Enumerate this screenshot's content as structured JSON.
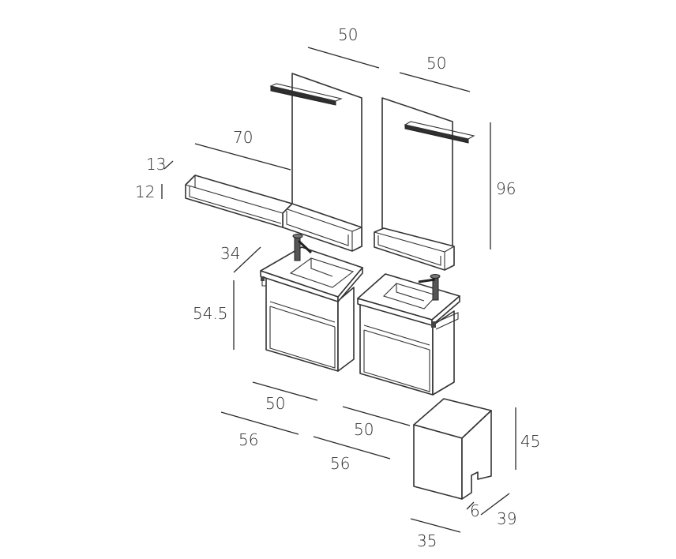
{
  "dimensions": {
    "mirror_left_width": "50",
    "mirror_right_width": "50",
    "shelf_length": "70",
    "shelf_depth": "13",
    "shelf_height": "12",
    "mirror_height": "96",
    "vanity_depth": "34",
    "vanity_height": "54.5",
    "vanity_left_width": "50",
    "vanity_right_width": "50",
    "top_left_width": "56",
    "top_right_width": "56",
    "stool_height": "45",
    "stool_leg": "6",
    "stool_depth": "39",
    "stool_width": "35"
  }
}
